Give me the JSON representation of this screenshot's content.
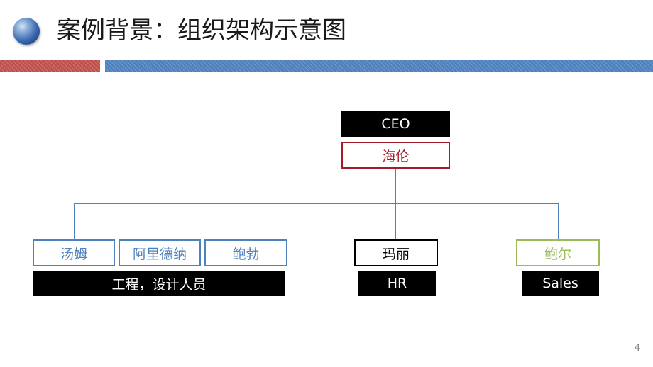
{
  "slide": {
    "title": "案例背景：组织架构示意图",
    "page_number": "4"
  },
  "colors": {
    "title_bar_red": "#c0504d",
    "title_bar_blue": "#4f81bd",
    "connector": "#4f81bd",
    "ceo_border": "#a31c2a",
    "engineering_border": "#4f81bd",
    "hr_border": "#000000",
    "sales_border": "#9bbb59"
  },
  "org_chart": {
    "ceo": {
      "role": "CEO",
      "name": "海伦"
    },
    "engineering": {
      "members": [
        "汤姆",
        "阿里德纳",
        "鲍勃"
      ],
      "role": "工程，设计人员"
    },
    "hr": {
      "member": "玛丽",
      "role": "HR"
    },
    "sales": {
      "member": "鲍尔",
      "role": "Sales"
    }
  }
}
